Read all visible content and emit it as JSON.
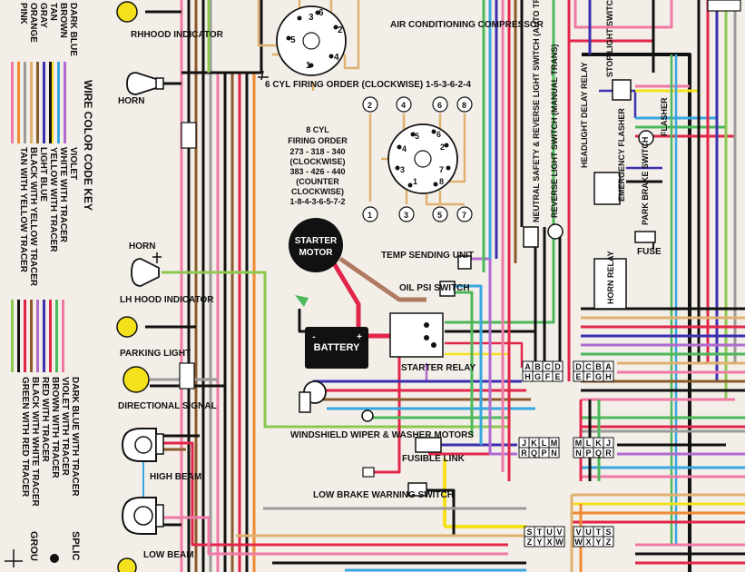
{
  "key": {
    "title": "WIRE COLOR CODE KEY",
    "left_colors": [
      "DARK BLUE",
      "BROWN",
      "TAN",
      "GRAY",
      "ORANGE",
      "PINK"
    ],
    "right_plain": [
      "VIOLET",
      "WHITE WITH TRACER",
      "YELLOW WITH TRACER",
      "LIGHT BLUE",
      "BLACK WITH YELLOW TRACER",
      "TAN WITH YELLOW TRACER"
    ],
    "right_tracer": [
      "DARK BLUE WITH TRACER",
      "VIOLET WITH TRACER",
      "BROWN WITH TRACER",
      "RED WITH TRACER",
      "BLACK WITH WHITE TRACER",
      "GREEN WITH RED TRACER"
    ],
    "ground": "GROU",
    "splice": "SPLIC"
  },
  "components": {
    "rh_hood": "RHHOOD INDICATOR",
    "horn_top": "HORN",
    "horn_bottom": "HORN",
    "lh_hood": "LH HOOD INDICATOR",
    "parking": "PARKING LIGHT",
    "directional": "DIRECTIONAL SIGNAL",
    "high_beam": "HIGH BEAM",
    "low_beam": "LOW BEAM",
    "ac": "AIR CONDITIONING COMPRESSOR",
    "six_cyl": "6 CYL FIRING ORDER (CLOCKWISE) 1-5-3-6-2-4",
    "eight_cyl_1": "8 CYL",
    "eight_cyl_2": "FIRING ORDER",
    "eight_cyl_3": "273 - 318 - 340",
    "eight_cyl_4": "(CLOCKWISE)",
    "eight_cyl_5": "383 - 426 - 440",
    "eight_cyl_6": "(COUNTER",
    "eight_cyl_7": "CLOCKWISE)",
    "eight_cyl_8": "1-8-4-3-6-5-7-2",
    "starter_1": "STARTER",
    "starter_2": "MOTOR",
    "battery": "BATTERY",
    "battery_minus": "-",
    "battery_plus": "+",
    "temp": "TEMP SENDING UNIT",
    "oil": "OIL PSI SWITCH",
    "starter_relay": "STARTER RELAY",
    "wiper": "WINDSHIELD WIPER & WASHER MOTORS",
    "fusible": "FUSIBLE LINK",
    "low_brake": "LOW BRAKE WARNING SWITCH",
    "neutral": "NEUTRAL SAFETY & REVERSE LIGHT SWITCH (AUTO TRANS)",
    "reverse": "REVERSE LIGHT SWITCH (MANUAL TRANS)",
    "headlight_relay": "HEADLIGHT DELAY RELAY",
    "emergency": "EMERGENCY FLASHER",
    "park_brake": "PARK BRAKE SWITCH",
    "stop_light": "STOP LIGHT SWITCH",
    "flasher": "FLASHER",
    "fuse": "FUSE",
    "horn_relay": "HORN RELAY"
  },
  "six_nums": [
    "6",
    "1",
    "5",
    "2",
    "4",
    "3"
  ],
  "eight_ring": [
    "2",
    "4",
    "6",
    "8",
    "1",
    "3",
    "5",
    "7"
  ],
  "eight_inner": [
    "5",
    "4",
    "3",
    "6",
    "2",
    "7",
    "8",
    "1"
  ],
  "connectors": {
    "c1_top": [
      "A",
      "B",
      "C",
      "D"
    ],
    "c1_bot": [
      "H",
      "G",
      "F",
      "E"
    ],
    "c2_top": [
      "D",
      "C",
      "B",
      "A"
    ],
    "c2_bot": [
      "E",
      "F",
      "G",
      "H"
    ],
    "c3_top": [
      "J",
      "K",
      "L",
      "M"
    ],
    "c3_bot": [
      "R",
      "Q",
      "P",
      "N"
    ],
    "c4_top": [
      "M",
      "L",
      "K",
      "J"
    ],
    "c4_bot": [
      "N",
      "P",
      "Q",
      "R"
    ],
    "c5_top": [
      "S",
      "T",
      "U",
      "V"
    ],
    "c5_bot": [
      "Z",
      "Y",
      "X",
      "W"
    ],
    "c6_top": [
      "V",
      "U",
      "T",
      "S"
    ],
    "c6_bot": [
      "W",
      "X",
      "Y",
      "Z"
    ]
  },
  "colors": {
    "background": "#f3efe8",
    "dark_blue": "#3b2fb0",
    "brown": "#8b5a2b",
    "tan": "#e0b070",
    "gray": "#9a9a9a",
    "orange": "#f08a30",
    "pink": "#f07aa6",
    "violet": "#b06ad0",
    "red": "#e2264a",
    "black": "#111111",
    "yellow": "#f4e11c",
    "light_blue": "#38a6e0",
    "green": "#4cb85a",
    "light_green": "#8cc850"
  }
}
